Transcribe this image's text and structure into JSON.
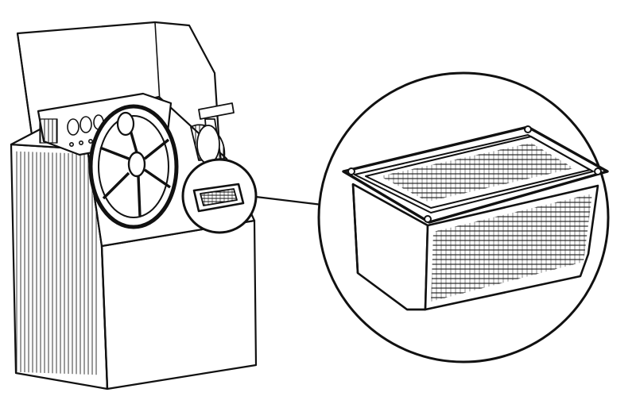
{
  "figure": {
    "components": [
      {
        "id": "machine",
        "icon": "steering-console-icon"
      },
      {
        "id": "detail-highlight",
        "icon": "magnifier-circle-icon"
      },
      {
        "id": "leader-line",
        "icon": "connector-line-icon"
      },
      {
        "id": "detail-view",
        "icon": "mesh-filter-basket-icon"
      }
    ],
    "colors": {
      "ink": "#111111",
      "paper": "#ffffff"
    }
  }
}
